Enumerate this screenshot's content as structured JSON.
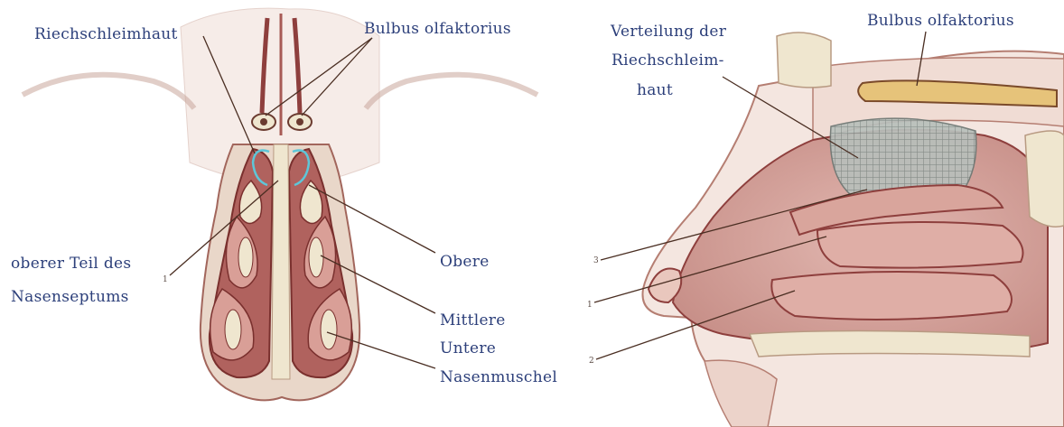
{
  "colors": {
    "label": "#2c3f7a",
    "tissue": "#c58a84",
    "tissue_dark": "#8e3f3d",
    "bone": "#efe6cf",
    "mucosa_grid": "#9aa3a0",
    "septum_outline": "#5ec6d8",
    "leader": "#4a2e22"
  },
  "left_diagram": {
    "labels": {
      "riechschleimhaut": "Riechschleimhaut",
      "bulbus": "Bulbus olfaktorius",
      "septum_line1": "oberer Teil des",
      "septum_line2": "Nasenseptums",
      "obere": "Obere",
      "mittlere": "Mittlere",
      "untere": "Untere",
      "nasenmuschel": "Nasenmuschel"
    },
    "small_numbers": {
      "septum": "1"
    }
  },
  "right_diagram": {
    "labels": {
      "verteilung_line1": "Verteilung der",
      "verteilung_line2": "Riechschleim-",
      "verteilung_line3": "haut",
      "bulbus": "Bulbus olfaktorius"
    },
    "small_numbers": {
      "upper": "3",
      "middle": "1",
      "lower": "2"
    }
  }
}
